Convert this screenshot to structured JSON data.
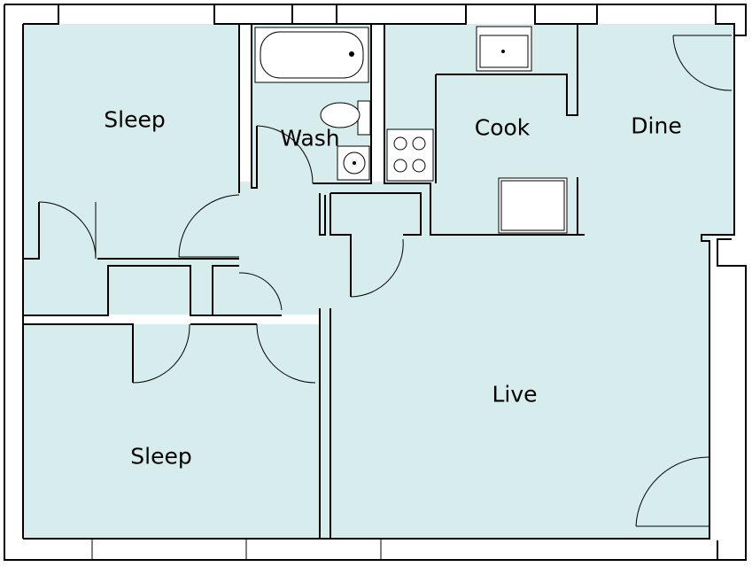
{
  "rooms": {
    "sleep_top": "Sleep",
    "wash": "Wash",
    "cook": "Cook",
    "dine": "Dine",
    "live": "Live",
    "sleep_bottom": "Sleep"
  },
  "colors": {
    "room_fill": "#d7ecec",
    "wall": "#000000",
    "background": "#ffffff"
  },
  "icons": {
    "bathtub": "bathtub-icon",
    "toilet": "toilet-icon",
    "wash_sink": "bathroom-sink-icon",
    "kitchen_sink": "kitchen-sink-icon",
    "stove": "stove-icon",
    "fridge": "refrigerator-icon"
  }
}
